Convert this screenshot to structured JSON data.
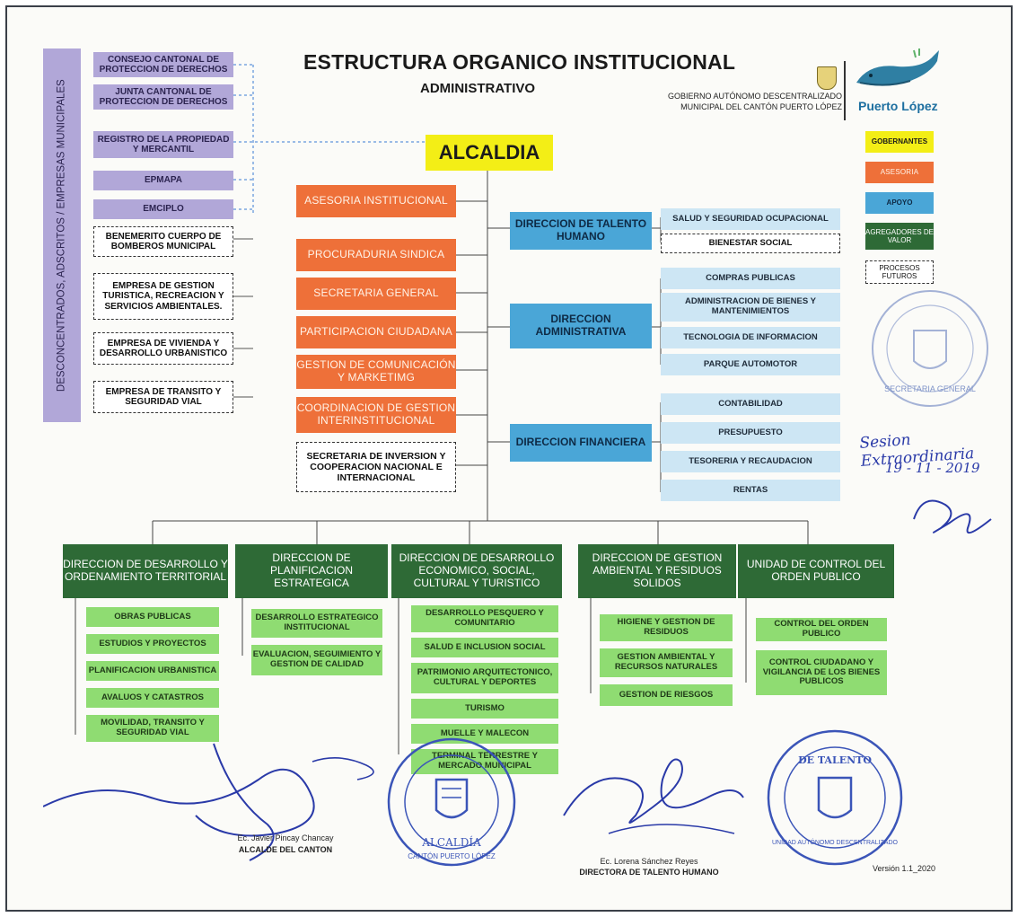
{
  "header": {
    "title": "ESTRUCTURA ORGANICO INSTITUCIONAL",
    "subtitle": "ADMINISTRATIVO",
    "gov_line1": "GOBIERNO AUTÓNOMO DESCENTRALIZADO",
    "gov_line2": "MUNICIPAL DEL CANTÓN PUERTO LÓPEZ",
    "logo_text": "Puerto López"
  },
  "side_label": "DESCONCENTRADOS, ADSCRITOS / EMPRESAS MUNICIPALES",
  "left_entities": [
    {
      "label": "CONSEJO CANTONAL DE PROTECCION DE DERECHOS",
      "style": "purple"
    },
    {
      "label": "JUNTA CANTONAL DE PROTECCION DE DERECHOS",
      "style": "purple"
    },
    {
      "label": "REGISTRO DE LA PROPIEDAD Y MERCANTIL",
      "style": "purple"
    },
    {
      "label": "EPMAPA",
      "style": "purple"
    },
    {
      "label": "EMCIPLO",
      "style": "purple"
    },
    {
      "label": "BENEMERITO CUERPO DE BOMBEROS MUNICIPAL",
      "style": "dashed"
    },
    {
      "label": "EMPRESA DE GESTION TURISTICA, RECREACION Y SERVICIOS AMBIENTALES.",
      "style": "dashed"
    },
    {
      "label": "EMPRESA DE VIVIENDA Y DESARROLLO URBANISTICO",
      "style": "dashed"
    },
    {
      "label": "EMPRESA DE TRANSITO Y SEGURIDAD VIAL",
      "style": "dashed"
    }
  ],
  "alcaldia": "ALCALDIA",
  "asesoria": [
    "ASESORIA INSTITUCIONAL",
    "PROCURADURIA SINDICA",
    "SECRETARIA GENERAL",
    "PARTICIPACION CIUDADANA",
    "GESTION DE COMUNICACIÓN Y MARKETIMG",
    "COORDINACION DE GESTION INTERINSTITUCIONAL"
  ],
  "secretaria_inversion": "SECRETARIA DE INVERSION Y COOPERACION NACIONAL E INTERNACIONAL",
  "apoyo": [
    {
      "head": "DIRECCION DE TALENTO HUMANO",
      "items": [
        "SALUD Y SEGURIDAD OCUPACIONAL",
        "BIENESTAR SOCIAL"
      ]
    },
    {
      "head": "DIRECCION ADMINISTRATIVA",
      "items": [
        "COMPRAS PUBLICAS",
        "ADMINISTRACION DE BIENES Y MANTENIMIENTOS",
        "TECNOLOGIA DE INFORMACION",
        "PARQUE AUTOMOTOR"
      ]
    },
    {
      "head": "DIRECCION FINANCIERA",
      "items": [
        "CONTABILIDAD",
        "PRESUPUESTO",
        "TESORERIA Y RECAUDACION",
        "RENTAS"
      ]
    }
  ],
  "legend": [
    "GOBERNANTES",
    "ASESORIA",
    "APOYO",
    "AGREGADORES DE VALOR",
    "PROCESOS FUTUROS"
  ],
  "agregadores": [
    {
      "head": "DIRECCION DE DESARROLLO Y ORDENAMIENTO TERRITORIAL",
      "items": [
        "OBRAS PUBLICAS",
        "ESTUDIOS Y PROYECTOS",
        "PLANIFICACION URBANISTICA",
        "AVALUOS Y CATASTROS",
        "MOVILIDAD, TRANSITO Y SEGURIDAD VIAL"
      ]
    },
    {
      "head": "DIRECCION DE PLANIFICACION ESTRATEGICA",
      "items": [
        "DESARROLLO ESTRATEGICO INSTITUCIONAL",
        "EVALUACION, SEGUIMIENTO Y GESTION DE CALIDAD"
      ]
    },
    {
      "head": "DIRECCION DE DESARROLLO ECONOMICO, SOCIAL, CULTURAL Y TURISTICO",
      "items": [
        "DESARROLLO PESQUERO Y COMUNITARIO",
        "SALUD E INCLUSION SOCIAL",
        "PATRIMONIO ARQUITECTONICO, CULTURAL Y DEPORTES",
        "TURISMO",
        "MUELLE Y MALECON",
        "TERMINAL TERRESTRE Y MERCADO MUNICIPAL"
      ]
    },
    {
      "head": "DIRECCION DE GESTION AMBIENTAL Y RESIDUOS SOLIDOS",
      "items": [
        "HIGIENE Y GESTION DE RESIDUOS",
        "GESTION AMBIENTAL Y RECURSOS NATURALES",
        "GESTION DE RIESGOS"
      ]
    },
    {
      "head": "UNIDAD DE CONTROL DEL ORDEN PUBLICO",
      "items": [
        "CONTROL DEL ORDEN PUBLICO",
        "CONTROL CIUDADANO Y VIGILANCIA DE LOS BIENES PUBLICOS"
      ]
    }
  ],
  "signatures": {
    "left_name": "Ec. Javier Pincay Chancay",
    "left_role": "ALCALDE DEL CANTON",
    "right_name": "Ec. Lorena Sánchez Reyes",
    "right_role": "DIRECTORA DE TALENTO HUMANO",
    "version": "Versión 1.1_2020"
  },
  "stamps": {
    "alcaldia_text": "ALCALDÍA",
    "alcaldia_ring": "CANTÓN PUERTO LÓPEZ",
    "talento_text": "DE TALENTO",
    "talento_ring": "UNIDAD AUTÓNOMO DESCENTRALIZADO",
    "secretaria_ring": "SECRETARIA GENERAL"
  },
  "handwritten": {
    "line1": "Sesion Extraordinaria",
    "line2": "19 - 11 - 2019"
  },
  "colors": {
    "gobernantes": "#f3ee16",
    "asesoria": "#ee7039",
    "apoyo": "#4aa6d7",
    "agregadores": "#2e6a36",
    "desconcentrados": "#b1a7d8"
  }
}
